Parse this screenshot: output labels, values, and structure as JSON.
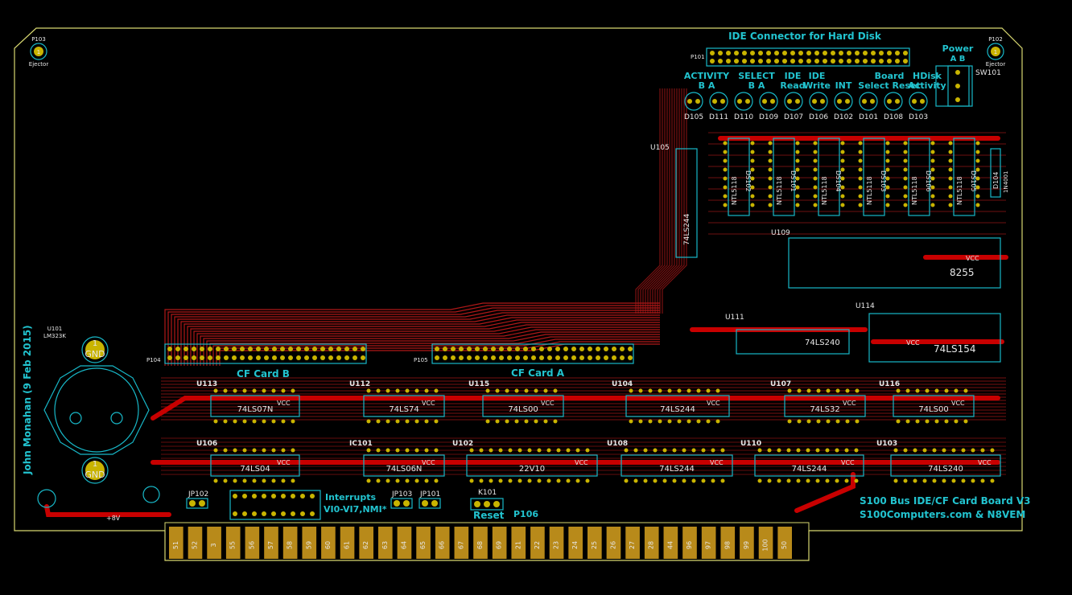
{
  "board": {
    "title_line1": "S100 Bus IDE/CF Card Board V3",
    "title_line2": "S100Computers.com & N8VEM",
    "designer": "John Monahan (9 Feb 2015)"
  },
  "headers": {
    "ide": "IDE Connector for Hard Disk",
    "cf_b": "CF Card B",
    "cf_a": "CF Card A",
    "power": "Power",
    "power_ab": "A  B",
    "interrupts_1": "Interrupts",
    "interrupts_2": "VI0-VI7,NMI*",
    "reset": "Reset",
    "p106": "P106",
    "plus8v": "+8V"
  },
  "led_labels": [
    {
      "top": "ACTIVITY",
      "bottom": "B   A"
    },
    {
      "top": "SELECT",
      "bottom": "B   A"
    },
    {
      "top": "IDE",
      "bottom": "Read"
    },
    {
      "top": "IDE",
      "bottom": "Write"
    },
    {
      "top": "",
      "bottom": "INT"
    },
    {
      "top": "Board",
      "bottom": "Select Reset"
    },
    {
      "top": "HDisk",
      "bottom": "Activity"
    }
  ],
  "led_refs": [
    "D105",
    "D111",
    "D110",
    "D109",
    "D107",
    "D106",
    "D102",
    "D101",
    "D108",
    "D103"
  ],
  "refs": {
    "p101": "P101",
    "p102": "P102",
    "p103": "P103",
    "p104": "P104",
    "p105": "P105",
    "sw101": "SW101",
    "u105": "U105",
    "u109": "U109",
    "u111": "U111",
    "u114": "U114",
    "u101": "U101",
    "u101_part": "LM323K",
    "jp101": "JP101",
    "jp102": "JP102",
    "jp103": "JP103",
    "k101": "K101",
    "ejector": "Ejector",
    "gnd": "GND",
    "one": "1",
    "d104": "D104",
    "d104_part": "1N4001"
  },
  "chips": [
    {
      "ref": "U113",
      "part": "74LS07N"
    },
    {
      "ref": "U112",
      "part": "74LS74"
    },
    {
      "ref": "U115",
      "part": "74LS00"
    },
    {
      "ref": "U104",
      "part": "74LS244"
    },
    {
      "ref": "U107",
      "part": "74LS32"
    },
    {
      "ref": "U116",
      "part": "74LS00"
    },
    {
      "ref": "U106",
      "part": "74LS04"
    },
    {
      "ref": "IC101",
      "part": "74LS06N"
    },
    {
      "ref": "U102",
      "part": "22V10"
    },
    {
      "ref": "U108",
      "part": "74LS244"
    },
    {
      "ref": "U110",
      "part": "74LS244"
    },
    {
      "ref": "U103",
      "part": "74LS240"
    },
    {
      "ref": "U111",
      "part": "74LS240"
    },
    {
      "ref": "U114",
      "part": "74LS154"
    },
    {
      "ref": "U109",
      "part": "8255"
    },
    {
      "ref": "U105",
      "part": "74LS244"
    }
  ],
  "vcc": "VCC",
  "dsp_chips": [
    "DS102",
    "DS101",
    "DS104",
    "DS103",
    "DS106",
    "DS105"
  ],
  "dsp_part": "NTL5118",
  "edge_pins": [
    "51",
    "52",
    "3",
    "55",
    "56",
    "57",
    "58",
    "59",
    "60",
    "61",
    "62",
    "63",
    "64",
    "65",
    "66",
    "67",
    "68",
    "69",
    "21",
    "22",
    "23",
    "24",
    "25",
    "26",
    "27",
    "28",
    "44",
    "96",
    "97",
    "98",
    "99",
    "100",
    "50"
  ],
  "colors": {
    "background": "#000000",
    "silkscreen": "#18b8c8",
    "copper": "#c80000",
    "pad": "#c9b400",
    "edge": "#d8d870"
  }
}
